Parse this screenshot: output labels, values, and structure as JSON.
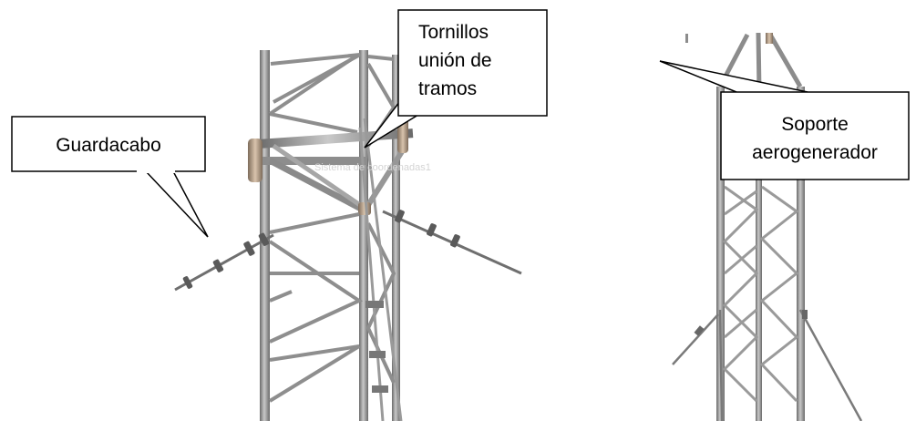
{
  "callouts": {
    "guardacabo": {
      "lines": [
        "Guardacabo"
      ]
    },
    "tornillos": {
      "lines": [
        "Tornillos",
        "unión de",
        "tramos"
      ]
    },
    "soporte": {
      "lines": [
        "Soporte",
        "aerogenerador"
      ]
    }
  },
  "watermark": "Sistema de coordenadas1",
  "colors": {
    "steel": "#9a9a9a",
    "steel_dark": "#6f6f6f",
    "joint": "#c9b29a",
    "box_border": "#000000"
  }
}
